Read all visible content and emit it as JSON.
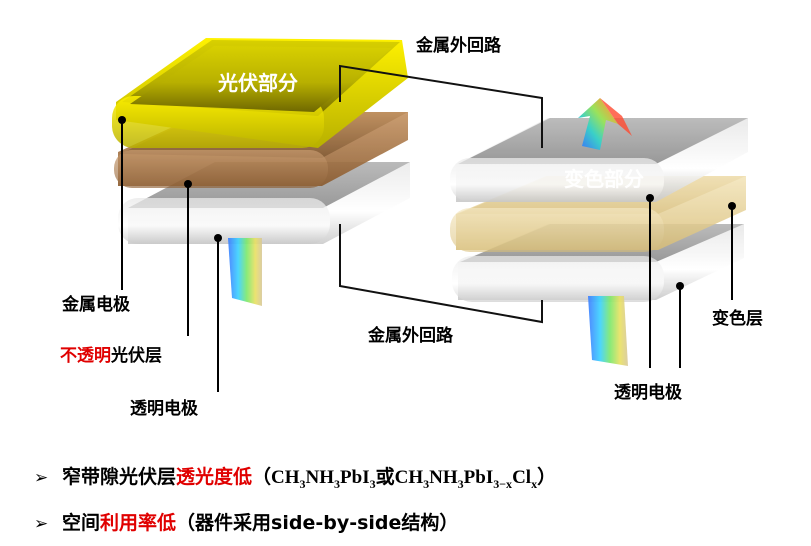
{
  "diagram": {
    "pv_block_label": "光伏部分",
    "ec_block_label": "变色部分",
    "circuit_top_label": "金属外回路",
    "circuit_bottom_label": "金属外回路",
    "metal_electrode_label": "金属电极",
    "opaque_pv_layer_label": {
      "red_part": "不透明",
      "black_part": "光伏层"
    },
    "transparent_electrode_left_label": "透明电极",
    "transparent_electrode_right_label": "透明电极",
    "ec_layer_label": "变色层"
  },
  "bullets": [
    {
      "marker": "➢",
      "black_part": "窄带隙光伏层",
      "red_part": "透光度低",
      "formula": {
        "open": "（",
        "a": "CH",
        "a_sub": "3",
        "b": "NH",
        "b_sub": "3",
        "c": "PbI",
        "c_sub": "3",
        "or": "或",
        "d": "CH",
        "d_sub": "3",
        "e": "NH",
        "e_sub": "3",
        "f": "PbI",
        "f_sub": "3−x",
        "g": "Cl",
        "g_sub": "x",
        "close": "）"
      }
    },
    {
      "marker": "➢",
      "black_part": "空间",
      "red_part": "利用率低",
      "tail": "（器件采用side-by-side结构）"
    }
  ],
  "colors": {
    "pv_top": "#c8c000",
    "pv_active": "#9c6a3a",
    "electrode_gray": "#a8a8a8",
    "ec_layer": "#e6cf95",
    "highlight_red": "#e00000"
  }
}
